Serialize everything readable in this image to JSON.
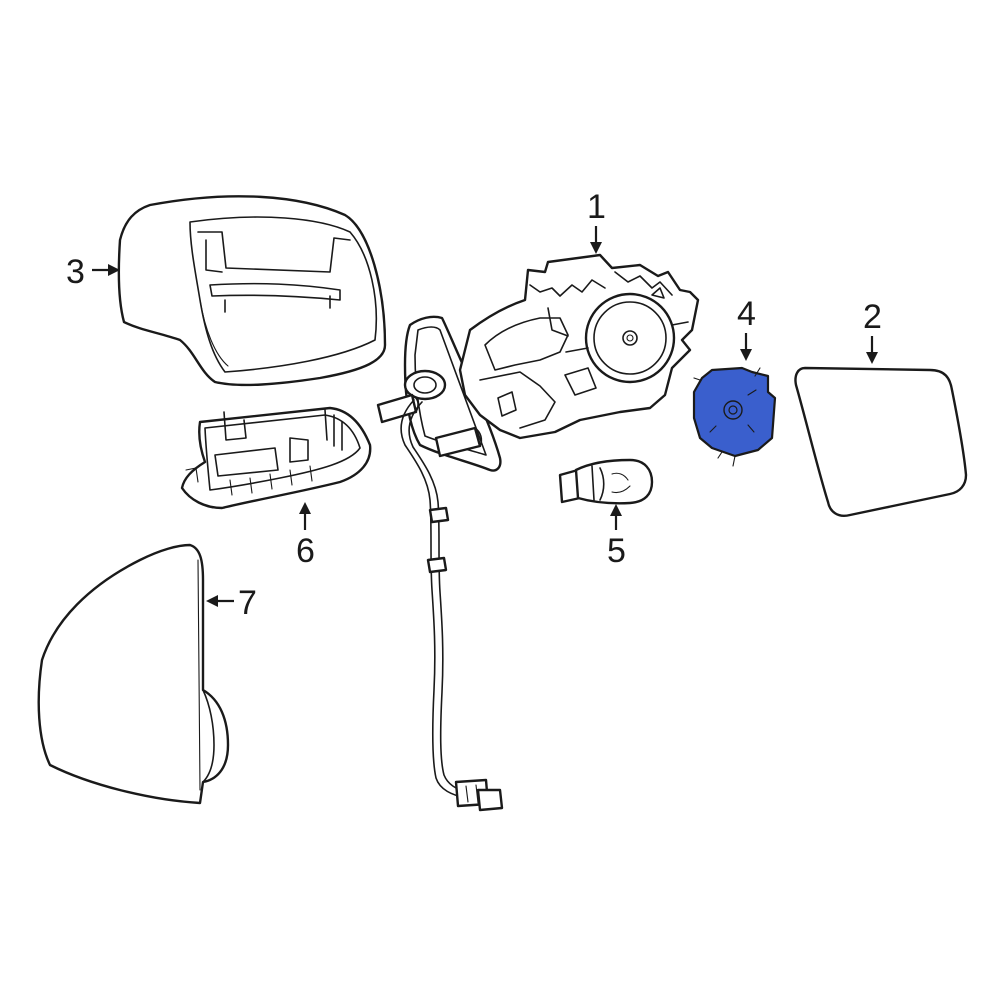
{
  "highlight_color": "#3a5fcd",
  "line_color": "#1a1a1a",
  "callouts": {
    "c1": "1",
    "c2": "2",
    "c3": "3",
    "c4": "4",
    "c5": "5",
    "c6": "6",
    "c7": "7"
  }
}
